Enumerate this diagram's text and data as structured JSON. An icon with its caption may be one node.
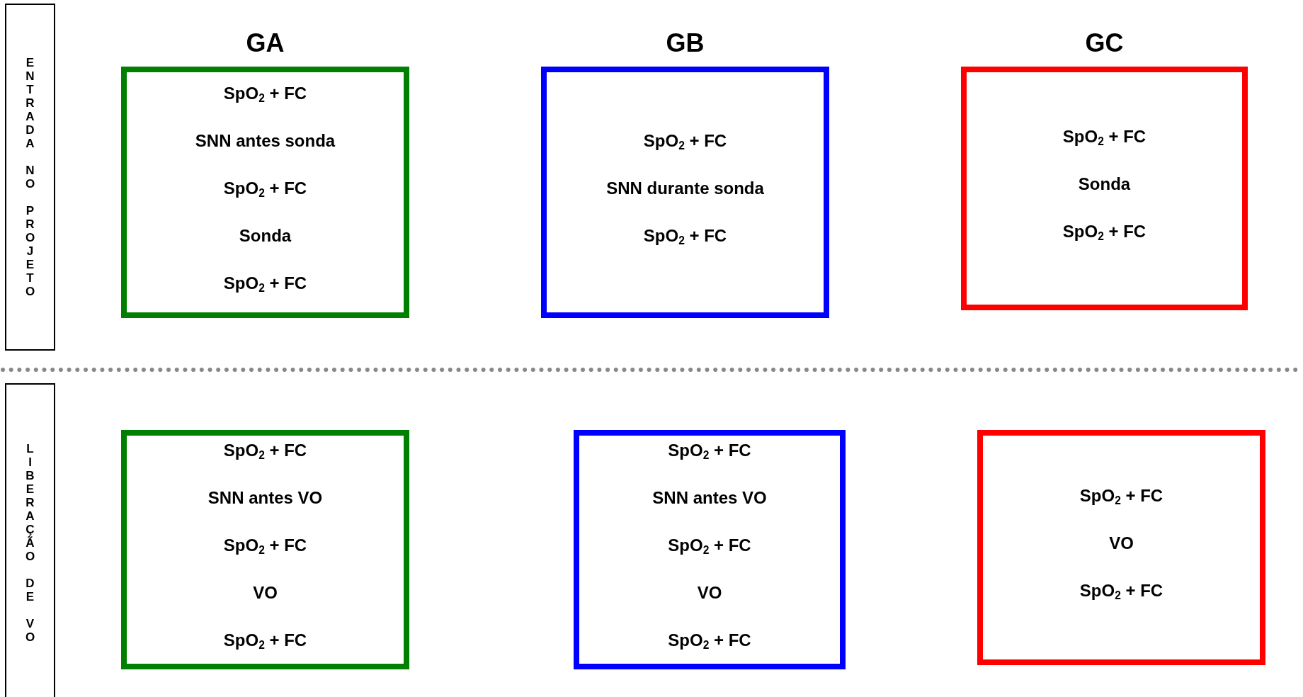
{
  "diagram": {
    "nodes": [
      {
        "text": [
          "ENTRADA NO PROJETO"
        ]
      },
      {
        "text": [
          "GA",
          "SpO$_{2}$ + FC",
          "SNN antes sonda",
          "SpO$_{2}$ + FC",
          "Sonda",
          "SpO$_{2}$ + FC"
        ]
      },
      {
        "text": [
          "GB",
          "SpO$_{2}$ + FC",
          "SNN durante sonda",
          "SpO$_{2}$ + FC"
        ]
      },
      {
        "text": [
          "GC",
          "SpO$_{2}$ + FC",
          "Sonda",
          "SpO$_{2}$ + FC"
        ]
      },
      {
        "text": [
          "LIBERAÇÃO DE VO"
        ]
      },
      {
        "text": [
          "SpO$_{2}$ + FC",
          "SNN antes VO",
          "SpO$_{2}$ + FC",
          "VO",
          "SpO$_{2}$ + FC"
        ]
      },
      {
        "text": [
          "SpO$_{2}$ + FC",
          "SNN antes VO",
          "SpO$_{2}$ + FC",
          "VO",
          "SpO$_{2}$ + FC"
        ]
      },
      {
        "text": [
          "SpO$_{2}$ + FC",
          "VO",
          "SpO$_{2}$ + FC"
        ]
      }
    ],
    "edges": []
  }
}
